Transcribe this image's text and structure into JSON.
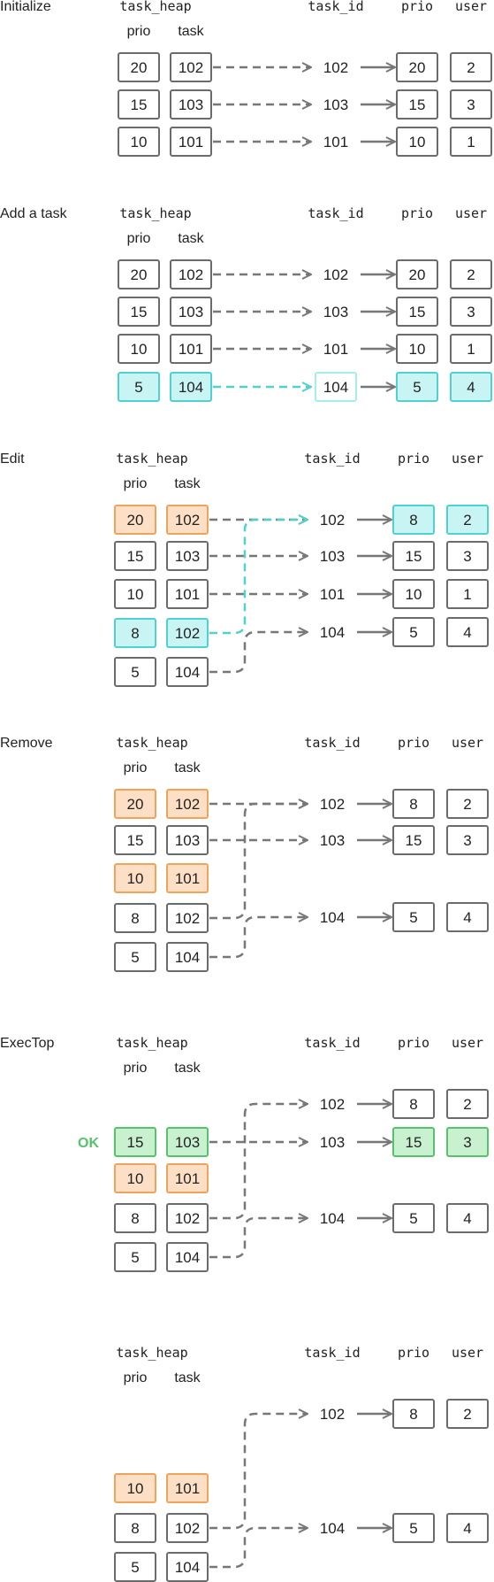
{
  "colors": {
    "normal_stroke": "#6b6b6b",
    "normal_fill": "#ffffff",
    "orange_stroke": "#f0a35a",
    "orange_fill": "#fddfc6",
    "cyan_stroke": "#4fd1cf",
    "cyan_fill": "#c8f5f4",
    "cyan_light_stroke": "#a5ecea",
    "green_stroke": "#56c36a",
    "green_fill": "#c9f1d0",
    "arrow_gray": "#777777",
    "arrow_cyan": "#4fd1cf",
    "ok_text": "#56c36a"
  },
  "headers": {
    "heap": "task_heap",
    "prio_sub": "prio",
    "task_sub": "task",
    "task_id": "task_id",
    "prio": "prio",
    "user": "user"
  },
  "sections": [
    {
      "title": "Initialize",
      "heap": [
        {
          "prio": "20",
          "task": "102",
          "style": "normal"
        },
        {
          "prio": "15",
          "task": "103",
          "style": "normal"
        },
        {
          "prio": "10",
          "task": "101",
          "style": "normal"
        }
      ],
      "ids": [
        {
          "id": "102",
          "prio": "20",
          "user": "2",
          "style": "normal"
        },
        {
          "id": "103",
          "prio": "15",
          "user": "3",
          "style": "normal"
        },
        {
          "id": "101",
          "prio": "10",
          "user": "1",
          "style": "normal"
        }
      ]
    },
    {
      "title": "Add a task",
      "heap": [
        {
          "prio": "20",
          "task": "102",
          "style": "normal"
        },
        {
          "prio": "15",
          "task": "103",
          "style": "normal"
        },
        {
          "prio": "10",
          "task": "101",
          "style": "normal"
        },
        {
          "prio": "5",
          "task": "104",
          "style": "cyan"
        }
      ],
      "ids": [
        {
          "id": "102",
          "prio": "20",
          "user": "2",
          "style": "normal"
        },
        {
          "id": "103",
          "prio": "15",
          "user": "3",
          "style": "normal"
        },
        {
          "id": "101",
          "prio": "10",
          "user": "1",
          "style": "normal"
        },
        {
          "id": "104",
          "prio": "5",
          "user": "4",
          "style": "cyan"
        }
      ]
    },
    {
      "title": "Edit",
      "heap": [
        {
          "prio": "20",
          "task": "102",
          "style": "orange"
        },
        {
          "prio": "15",
          "task": "103",
          "style": "normal"
        },
        {
          "prio": "10",
          "task": "101",
          "style": "normal"
        },
        {
          "prio": "8",
          "task": "102",
          "style": "cyan"
        },
        {
          "prio": "5",
          "task": "104",
          "style": "normal"
        }
      ],
      "ids": [
        {
          "id": "102",
          "prio": "8",
          "user": "2",
          "style": "cyan"
        },
        {
          "id": "103",
          "prio": "15",
          "user": "3",
          "style": "normal"
        },
        {
          "id": "101",
          "prio": "10",
          "user": "1",
          "style": "normal"
        },
        {
          "id": "104",
          "prio": "5",
          "user": "4",
          "style": "normal"
        }
      ]
    },
    {
      "title": "Remove",
      "heap": [
        {
          "prio": "20",
          "task": "102",
          "style": "orange"
        },
        {
          "prio": "15",
          "task": "103",
          "style": "normal"
        },
        {
          "prio": "10",
          "task": "101",
          "style": "orange"
        },
        {
          "prio": "8",
          "task": "102",
          "style": "normal"
        },
        {
          "prio": "5",
          "task": "104",
          "style": "normal"
        }
      ],
      "ids": [
        {
          "id": "102",
          "prio": "8",
          "user": "2",
          "style": "normal"
        },
        {
          "id": "103",
          "prio": "15",
          "user": "3",
          "style": "normal"
        },
        {
          "id": "104",
          "prio": "5",
          "user": "4",
          "style": "normal"
        }
      ]
    },
    {
      "title": "ExecTop",
      "ok_label": "OK",
      "heap": [
        {
          "prio": "15",
          "task": "103",
          "style": "green"
        },
        {
          "prio": "10",
          "task": "101",
          "style": "orange"
        },
        {
          "prio": "8",
          "task": "102",
          "style": "normal"
        },
        {
          "prio": "5",
          "task": "104",
          "style": "normal"
        }
      ],
      "ids": [
        {
          "id": "102",
          "prio": "8",
          "user": "2",
          "style": "normal"
        },
        {
          "id": "103",
          "prio": "15",
          "user": "3",
          "style": "green"
        },
        {
          "id": "104",
          "prio": "5",
          "user": "4",
          "style": "normal"
        }
      ]
    },
    {
      "title": "",
      "heap": [
        {
          "prio": "10",
          "task": "101",
          "style": "orange"
        },
        {
          "prio": "8",
          "task": "102",
          "style": "normal"
        },
        {
          "prio": "5",
          "task": "104",
          "style": "normal"
        }
      ],
      "ids": [
        {
          "id": "102",
          "prio": "8",
          "user": "2",
          "style": "normal"
        },
        {
          "id": "104",
          "prio": "5",
          "user": "4",
          "style": "normal"
        }
      ]
    }
  ]
}
